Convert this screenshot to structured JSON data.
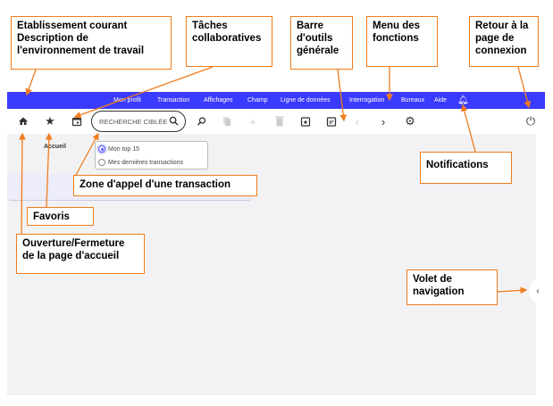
{
  "menu": {
    "items": [
      "Mon profil",
      "Transaction",
      "Affichages",
      "Champ",
      "Ligne de données",
      "Interrogation",
      "Bureaux",
      "Aide"
    ]
  },
  "toolbar": {
    "search_placeholder": "RECHERCHE CIBLÉE"
  },
  "home": {
    "title": "Accueil",
    "options": [
      "Mon top 15",
      "Mes dernières transactions"
    ],
    "selected": "Mon top 15"
  },
  "callouts": {
    "etablissement": "Etablissement courant Description de l'environnement de travail",
    "taches": "Tâches collaboratives",
    "barre": "Barre d'outils générale",
    "menu": "Menu des fonctions",
    "retour": "Retour à la page de connexion",
    "notifications": "Notifications",
    "zone": "Zone d'appel d'une transaction",
    "favoris": "Favoris",
    "ouverture": "Ouverture/Fermeture de la page d'accueil",
    "volet": "Volet de navigation"
  },
  "colors": {
    "accent": "#3b3bff",
    "callout_border": "#f07c1c"
  }
}
